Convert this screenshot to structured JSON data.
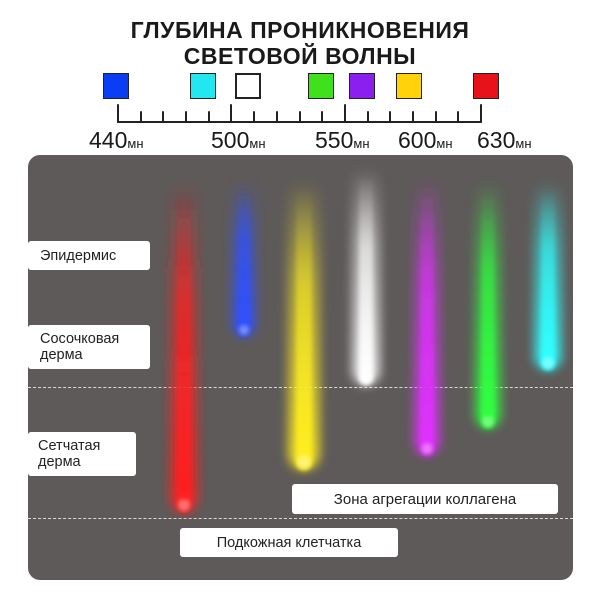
{
  "title": {
    "line1": "ГЛУБИНА ПРОНИКНОВЕНИЯ",
    "line2": "СВЕТОВОЙ ВОЛНЫ"
  },
  "swatches": [
    {
      "color": "#0b3df5"
    },
    {
      "color": "#22e6f0"
    },
    {
      "color": "#ffffff"
    },
    {
      "color": "#3fe01c"
    },
    {
      "color": "#8a1ff0"
    },
    {
      "color": "#ffd20a"
    },
    {
      "color": "#e8121a"
    }
  ],
  "scale": {
    "labels": [
      {
        "value": "440",
        "unit": "мн"
      },
      {
        "value": "500",
        "unit": "мн"
      },
      {
        "value": "550",
        "unit": "мн"
      },
      {
        "value": "600",
        "unit": "мн"
      },
      {
        "value": "630",
        "unit": "мн"
      }
    ]
  },
  "layers": {
    "epidermis": "Эпидермис",
    "papillary": "Сосочковая дерма",
    "reticular": "Сетчатая дерма",
    "subcutaneous": "Подкожная клетчатка"
  },
  "zone": "Зона агрегации коллагена",
  "beams": [
    {
      "color": "#ff2020",
      "depth": "subcutaneous"
    },
    {
      "color": "#3050ff",
      "depth": "papillary"
    },
    {
      "color": "#ffee20",
      "depth": "reticular"
    },
    {
      "color": "#ffffff",
      "depth": "papillary"
    },
    {
      "color": "#e030ff",
      "depth": "reticular"
    },
    {
      "color": "#30ff40",
      "depth": "reticular"
    },
    {
      "color": "#30ffff",
      "depth": "papillary"
    }
  ]
}
